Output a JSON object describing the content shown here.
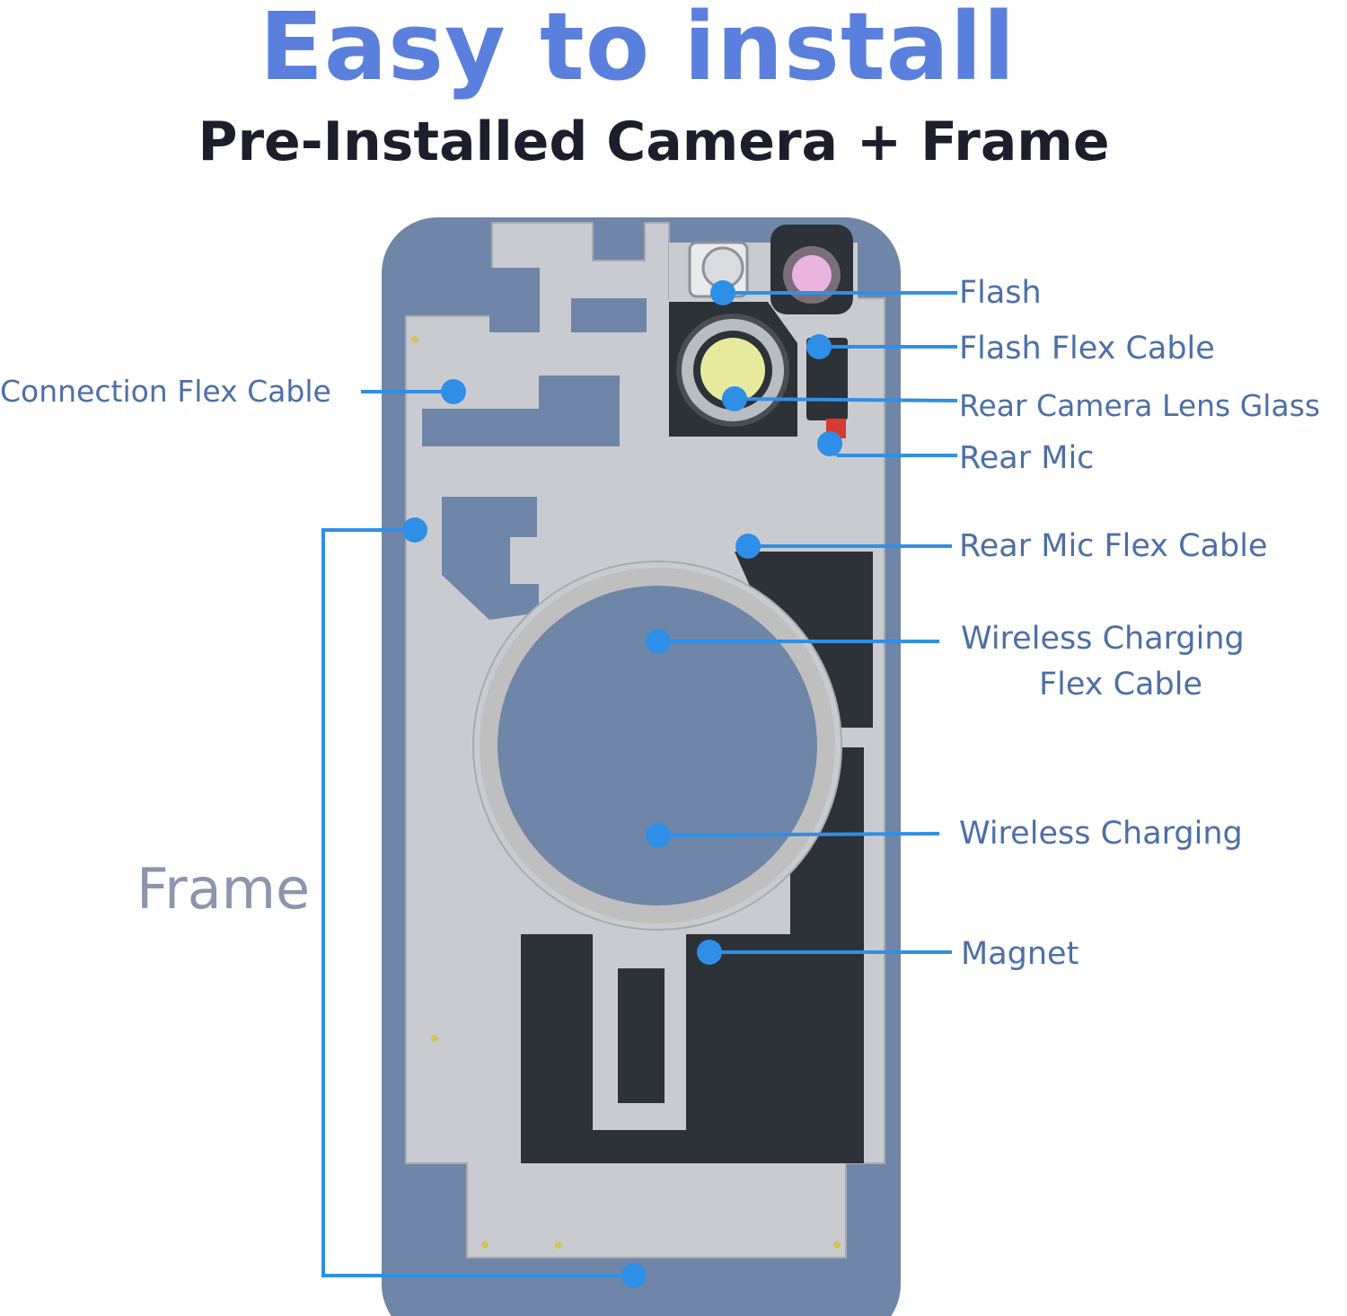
{
  "header": {
    "title": "Easy to install",
    "subtitle": "Pre-Installed Camera + Frame"
  },
  "colors": {
    "title": "#5b7fdc",
    "subtitle": "#1d1d2b",
    "label": "#4d6fa6",
    "leader": "#2f8fe6",
    "frame_label": "#8c95ad",
    "phone_frame": "#6f86a8",
    "shield": "#c9cbd0",
    "pad": "#2d3138"
  },
  "labels": {
    "flash": "Flash",
    "flash_flex_cable": "Flash Flex Cable",
    "rear_camera_lens_glass": "Rear Camera Lens Glass",
    "rear_mic": "Rear Mic",
    "rear_mic_flex_cable": "Rear Mic Flex Cable",
    "wireless_charging_flex_cable_line1": "Wireless Charging",
    "wireless_charging_flex_cable_line2": "Flex Cable",
    "wireless_charging": "Wireless Charging",
    "magnet": "Magnet",
    "connection_flex_cable": "Connection Flex Cable",
    "frame": "Frame"
  }
}
